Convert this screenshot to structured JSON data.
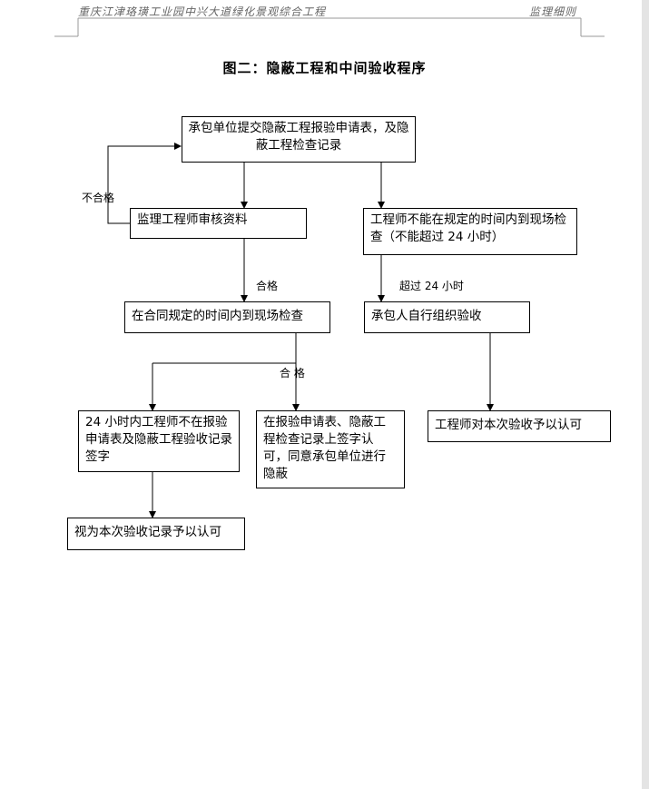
{
  "header": {
    "left": "重庆江津珞璜工业园中兴大道绿化景观综合工程",
    "right": "监理细则"
  },
  "title": "图二：隐蔽工程和中间验收程序",
  "boxes": {
    "submit": "承包单位提交隐蔽工程报验申请表，及隐蔽工程检查记录",
    "review": "监理工程师审核资料",
    "cannot_inspect": "工程师不能在规定的时间内到现场检查（不能超过 24 小时）",
    "site_inspect": "在合同规定的时间内到现场检查",
    "self_accept": "承包人自行组织验收",
    "no_sign_24h": "24 小时内工程师不在报验申请表及隐蔽工程验收记录签字",
    "sign_approve": "在报验申请表、隐蔽工程检查记录上签字认可，同意承包单位进行隐蔽",
    "engineer_recognize": "工程师对本次验收予以认可",
    "deemed_recognized": "视为本次验收记录予以认可"
  },
  "labels": {
    "fail": "不合格",
    "pass1": "合格",
    "pass2": "合  格",
    "over24": "超过 24 小时"
  }
}
